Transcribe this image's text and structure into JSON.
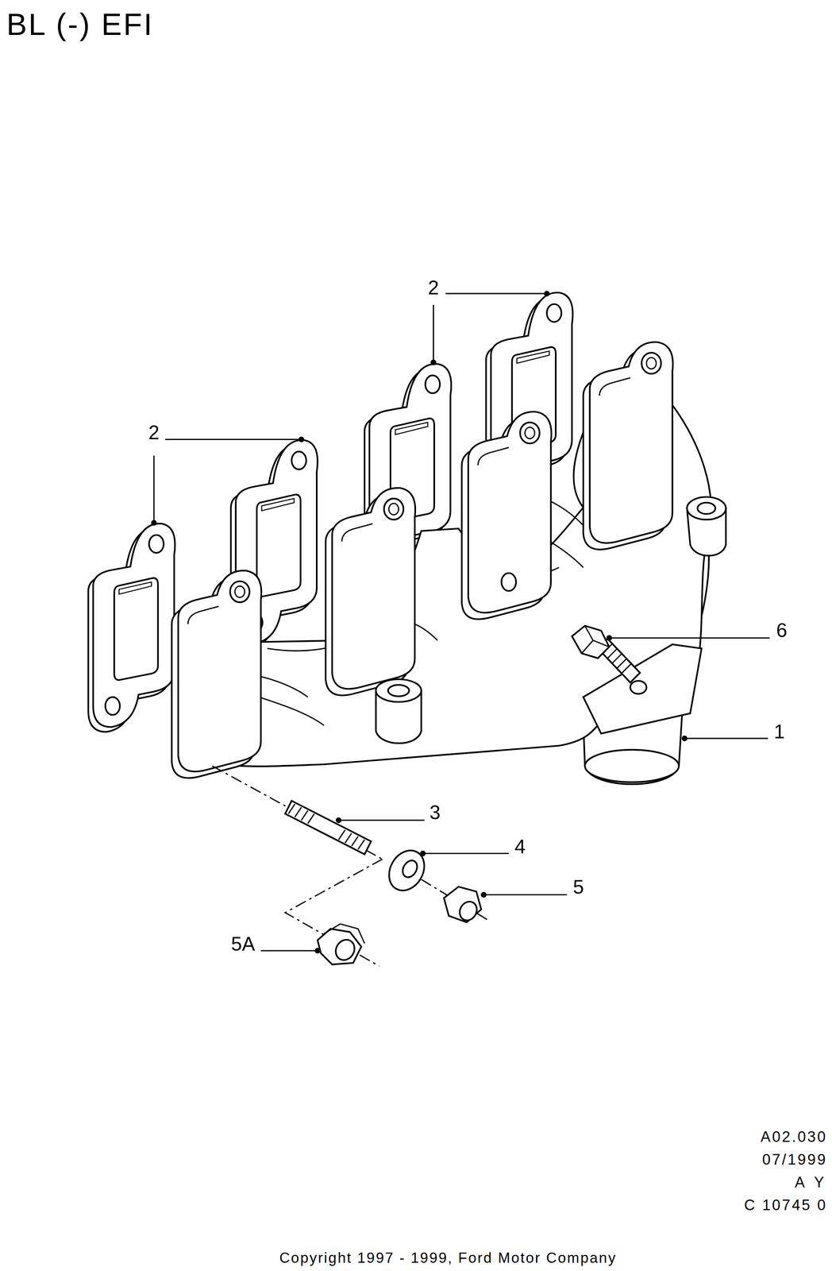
{
  "diagram": {
    "title": "BL (-) EFI",
    "caption": "Copyright 1997 - 1999, Ford Motor Company",
    "labels": [
      "2",
      "2",
      "6",
      "1",
      "3",
      "4",
      "5",
      "5A",
      "A02.030",
      "07/1999",
      "A Y",
      "C 10745 0"
    ]
  }
}
